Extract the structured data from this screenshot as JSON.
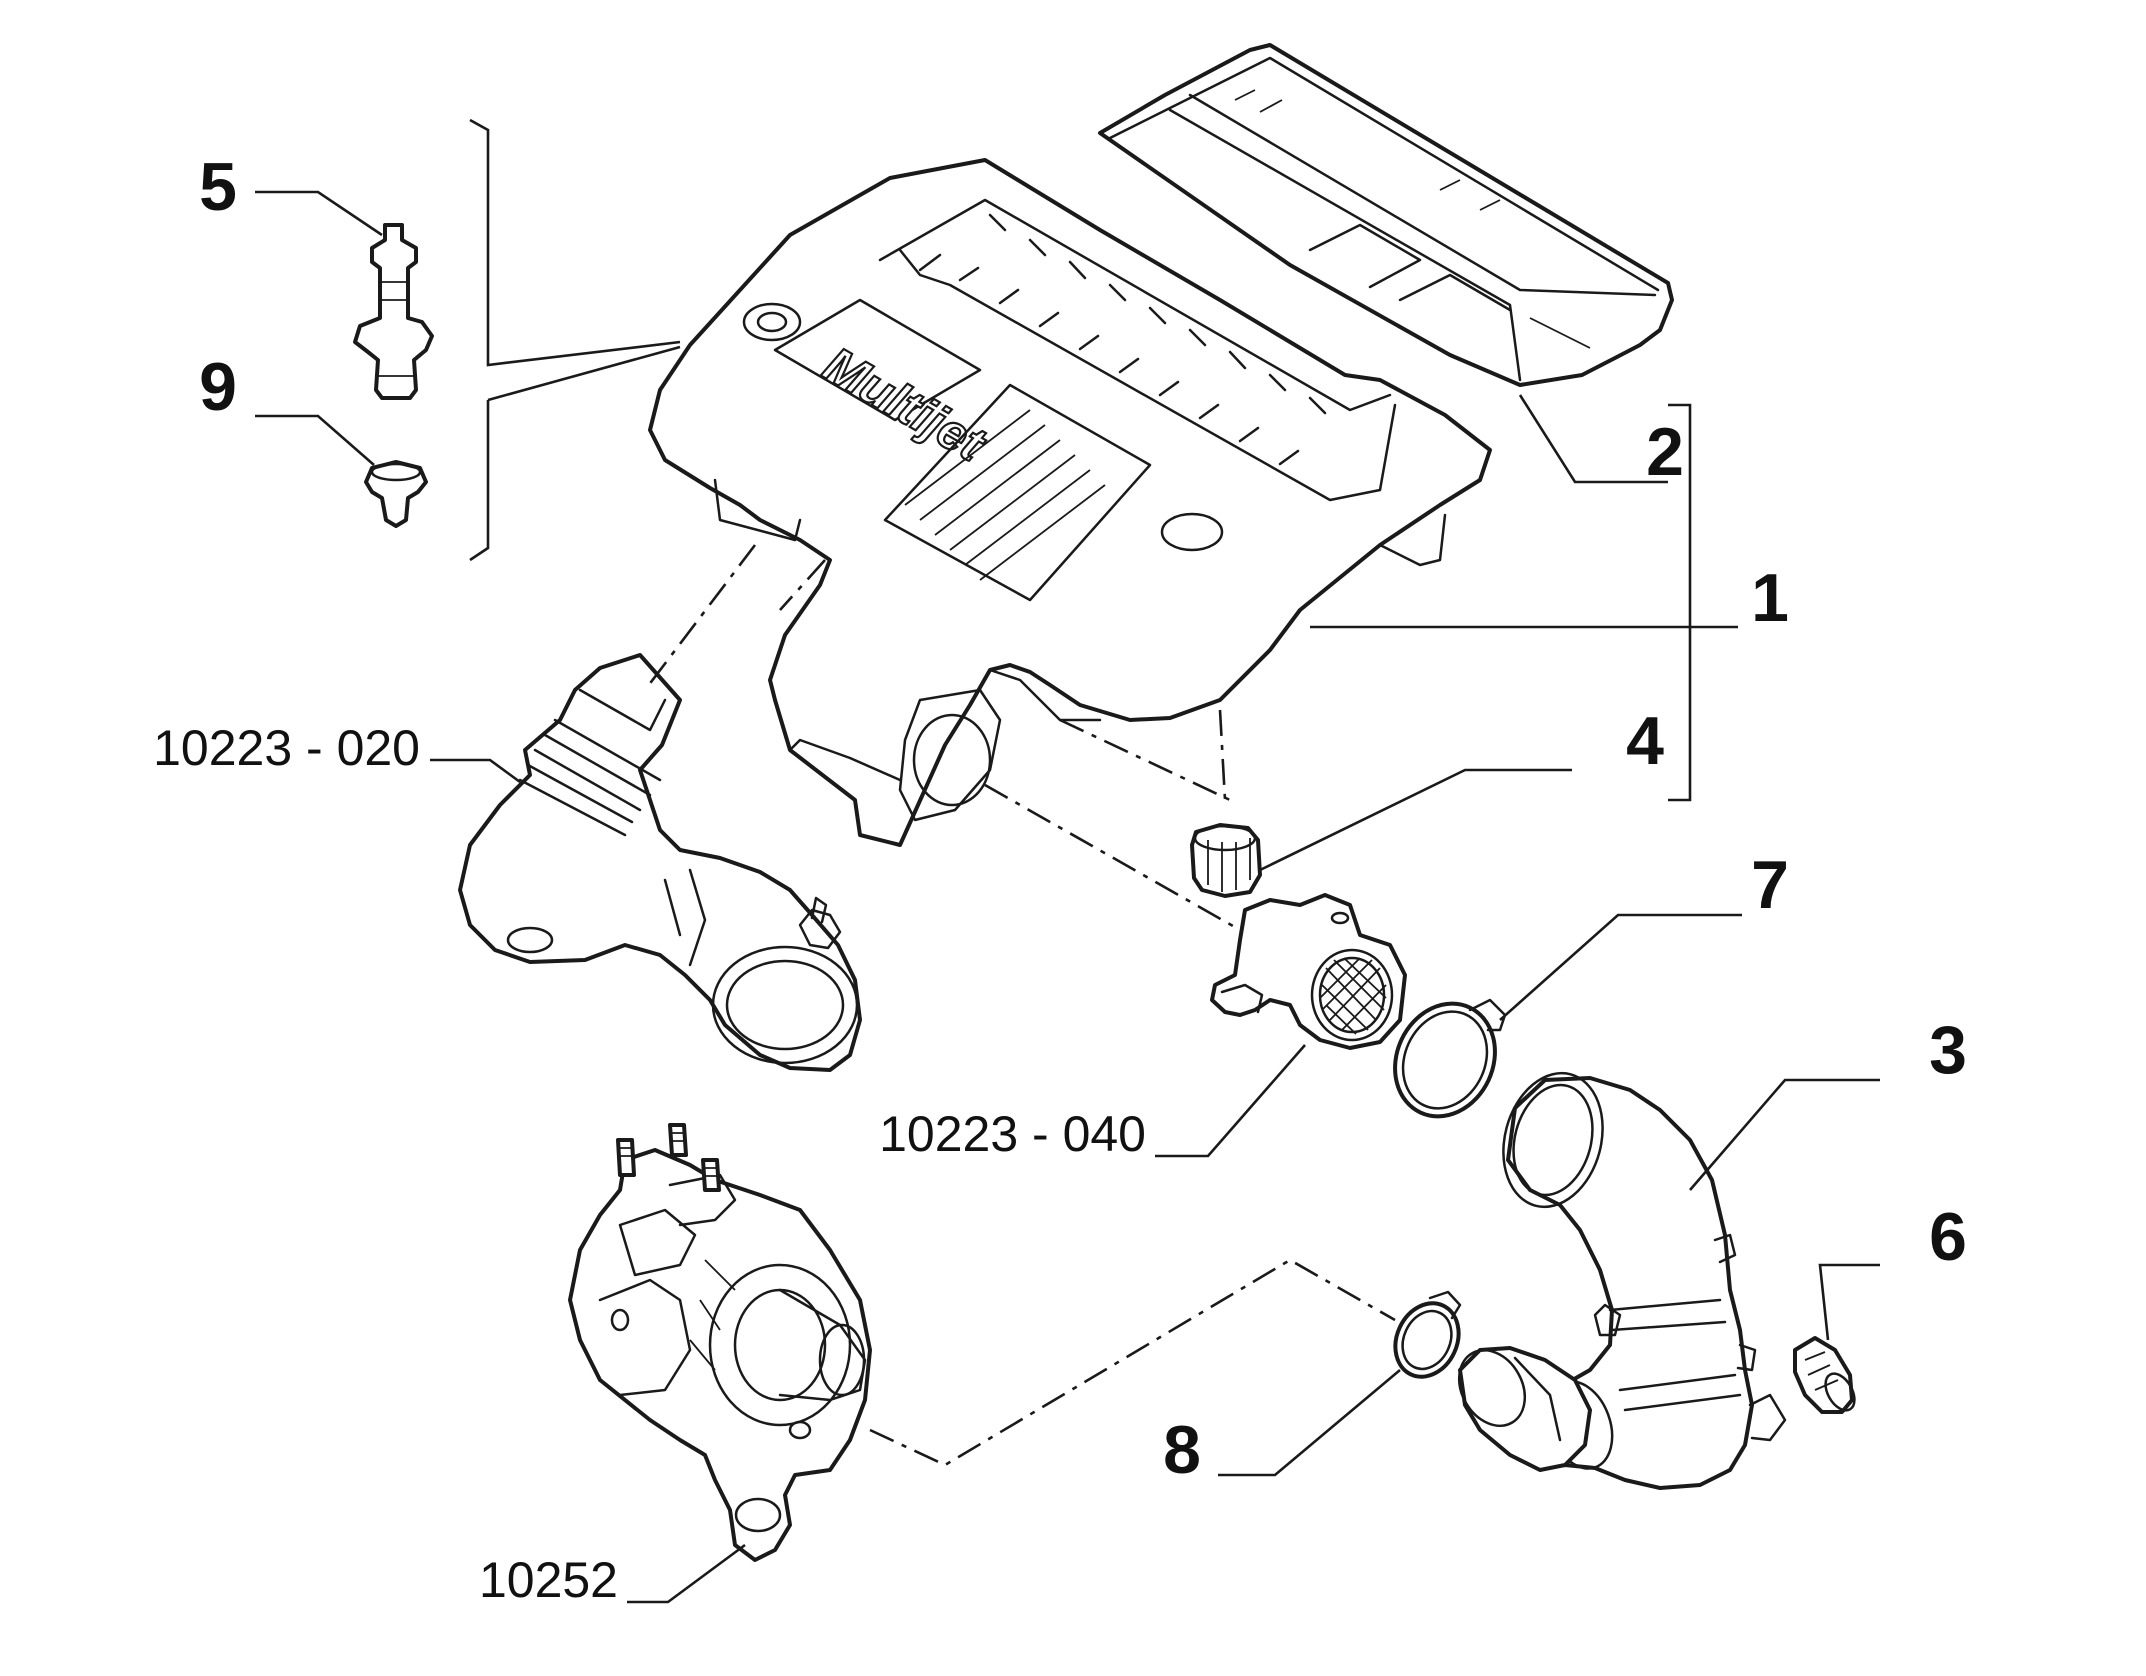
{
  "diagram": {
    "logo_text": "Multijet",
    "callouts": {
      "c1": "1",
      "c2": "2",
      "c3": "3",
      "c4": "4",
      "c5": "5",
      "c6": "6",
      "c7": "7",
      "c8": "8",
      "c9": "9",
      "ref_10223_020": "10223 - 020",
      "ref_10223_040": "10223 - 040",
      "ref_10252": "10252"
    }
  }
}
